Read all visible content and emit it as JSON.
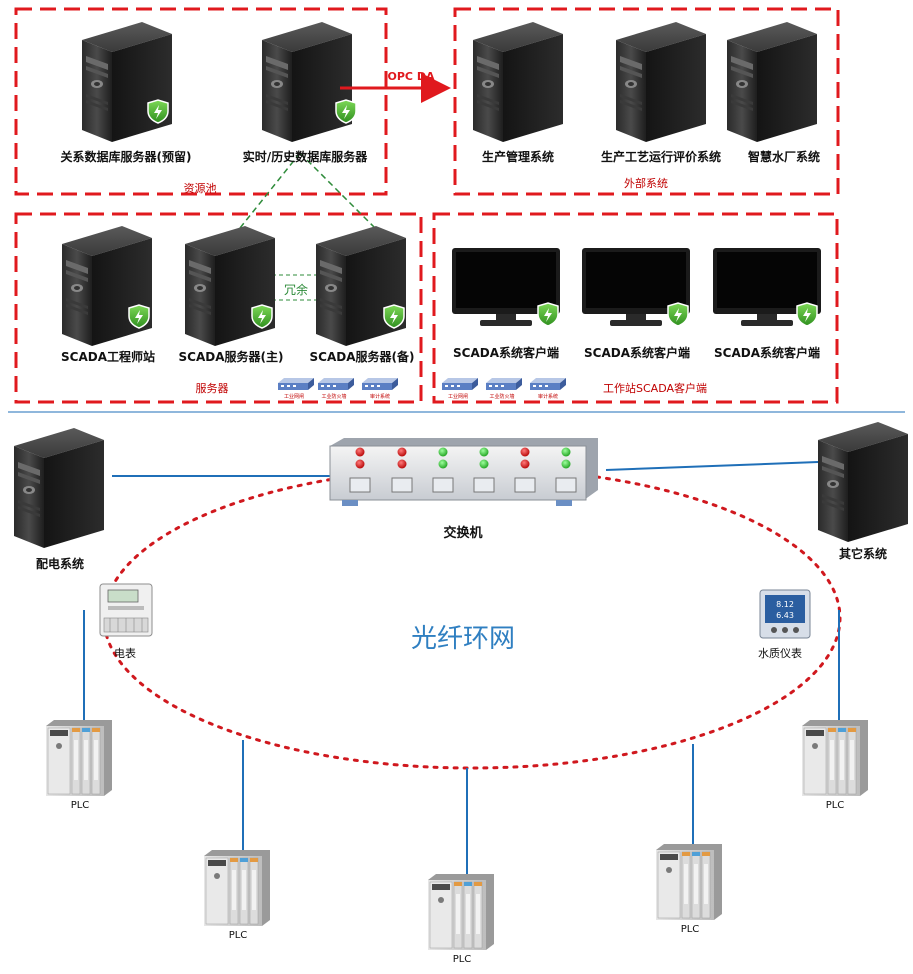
{
  "resource_pool": {
    "label": "资源池",
    "relational_db": "关系数据库服务器(预留)",
    "realtime_db": "实时/历史数据库服务器"
  },
  "external": {
    "label": "外部系统",
    "opc_label": "OPC DA",
    "production_mgmt": "生产管理系统",
    "process_eval": "生产工艺运行评价系统",
    "smart_water": "智慧水厂系统"
  },
  "servers": {
    "label": "服务器",
    "engineer_station": "SCADA工程师站",
    "scada_main": "SCADA服务器(主)",
    "scada_backup": "SCADA服务器(备)",
    "redundancy": "冗余",
    "devices": [
      "工业网闸",
      "工业防火墙",
      "审计系统"
    ]
  },
  "workstations": {
    "label": "工作站SCADA客户端",
    "clients": [
      "SCADA系统客户端",
      "SCADA系统客户端",
      "SCADA系统客户端"
    ],
    "devices": [
      "工业网闸",
      "工业防火墙",
      "审计系统"
    ]
  },
  "network": {
    "switch_label": "交换机",
    "power_system": "配电系统",
    "other_system": "其它系统",
    "ring_label": "光纤环网",
    "meter_label": "电表",
    "water_meter_label": "水质仪表",
    "water_meter_readings": [
      "8.12",
      "6.43"
    ],
    "plc_label": "PLC",
    "switch_leds": [
      "red",
      "red",
      "green",
      "green",
      "red",
      "green"
    ]
  },
  "colors": {
    "dashed_border": "#e0191e",
    "network_line": "#1f6fb8",
    "ring_dots": "#d0181e",
    "redundancy_link": "#2e8b3a",
    "ring_text": "#2f7fc1"
  }
}
